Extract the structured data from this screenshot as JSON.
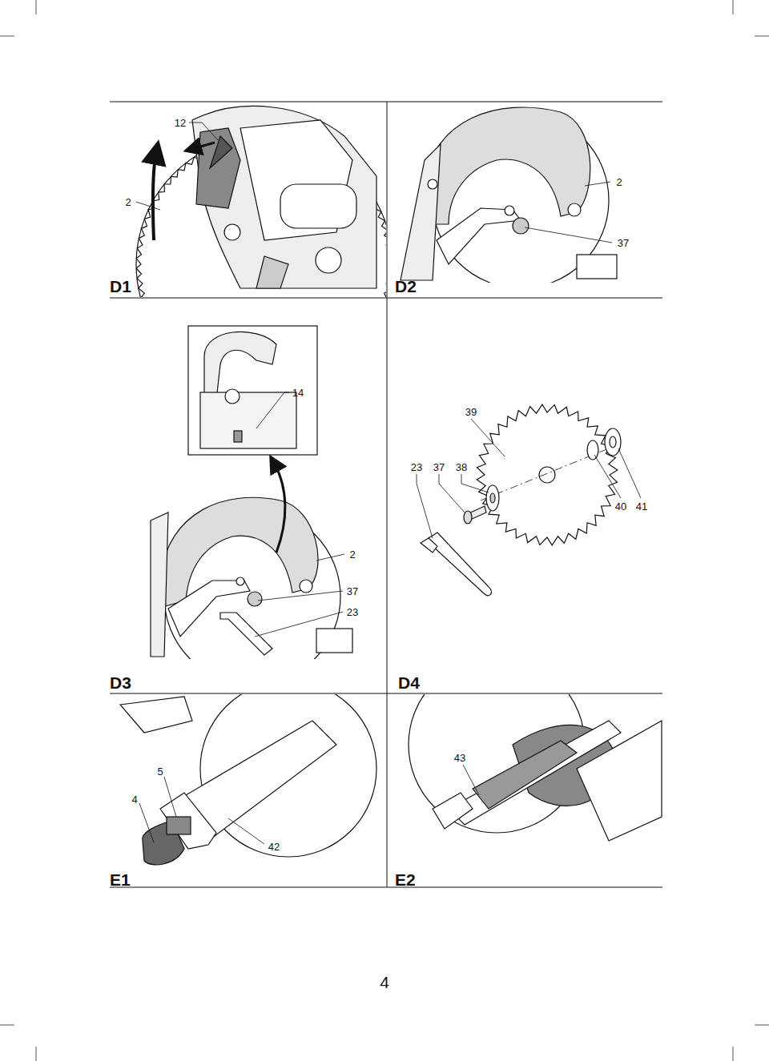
{
  "diagram": {
    "labels": [
      "12",
      "2",
      "D1",
      "2",
      "37",
      "D2",
      "14",
      "2",
      "37",
      "23",
      "D3",
      "39",
      "23",
      "37",
      "38",
      "40",
      "41",
      "D4",
      "5",
      "4",
      "42",
      "E1",
      "43",
      "E2",
      "4"
    ]
  }
}
